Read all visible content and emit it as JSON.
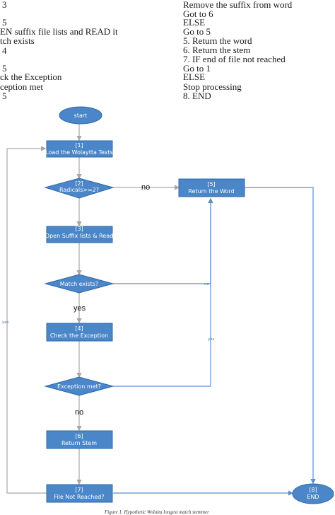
{
  "left_column": [
    "3",
    "5",
    "EN suffix file lists and READ it",
    "tch exists",
    "4",
    "5",
    "ck the Exception",
    "ception met",
    "5"
  ],
  "right_column": [
    "Remove the suffix from word",
    "Got to 6",
    "ELSE",
    "Go to 5",
    "5. Return the word",
    "6. Return the stem",
    "7. IF end of file not reached",
    "Go to 1",
    "ELSE",
    "Stop processing",
    "8. END"
  ],
  "flowchart": {
    "start": "start",
    "n1": [
      "[1]",
      "Load the Wolaytta Texts"
    ],
    "d2": [
      "[2]",
      "Radicals>=2?"
    ],
    "n3": [
      "[3]",
      "Open Suffix lists & Read"
    ],
    "d_match": "Match exists?",
    "n4": [
      "[4]",
      "Check the Exception"
    ],
    "d_exc": "Exception met?",
    "n5": [
      "[5]",
      "Return the Word"
    ],
    "n6": [
      "[6]",
      "Return Stem"
    ],
    "n7": [
      "[7]",
      "File Not Reached?"
    ],
    "n8": [
      "[8]",
      "END"
    ],
    "labels": {
      "no_d2": "no",
      "yes_match": "yes",
      "no_match": "no",
      "no_exc": "no",
      "yes_exc": "yes",
      "yes_loop": "yes"
    },
    "colors": {
      "fill": "#4a86c8",
      "stroke": "#2f6aa8",
      "edge_gray": "#a6a6a6",
      "edge_blue": "#5b8fcc"
    }
  },
  "caption": "Figure 1. Hypothetic Wolaita longest match stemmer"
}
